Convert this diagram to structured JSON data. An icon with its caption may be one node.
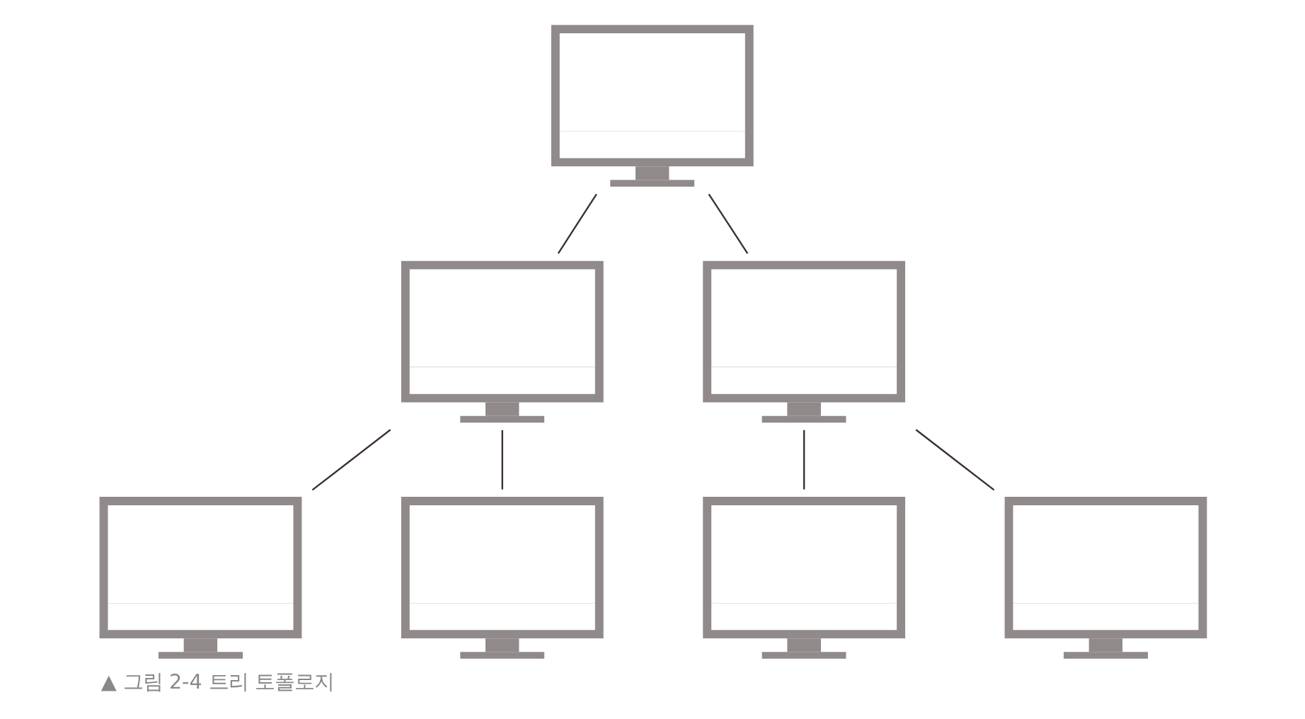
{
  "diagram": {
    "caption": "▲ 그림 2-4 트리 토폴로지",
    "nodes": [
      {
        "text": [],
        "shape": "monitor"
      },
      {
        "text": [],
        "shape": "monitor"
      },
      {
        "text": [],
        "shape": "monitor"
      },
      {
        "text": [],
        "shape": "monitor"
      },
      {
        "text": [],
        "shape": "monitor"
      },
      {
        "text": [],
        "shape": "monitor"
      },
      {
        "text": [],
        "shape": "monitor"
      }
    ],
    "edges": [
      {
        "from": 0,
        "to": 1,
        "arrow": "none"
      },
      {
        "from": 0,
        "to": 2,
        "arrow": "none"
      },
      {
        "from": 1,
        "to": 3,
        "arrow": "none"
      },
      {
        "from": 1,
        "to": 4,
        "arrow": "none"
      },
      {
        "from": 2,
        "to": 5,
        "arrow": "none"
      },
      {
        "from": 2,
        "to": 6,
        "arrow": "none"
      }
    ]
  }
}
